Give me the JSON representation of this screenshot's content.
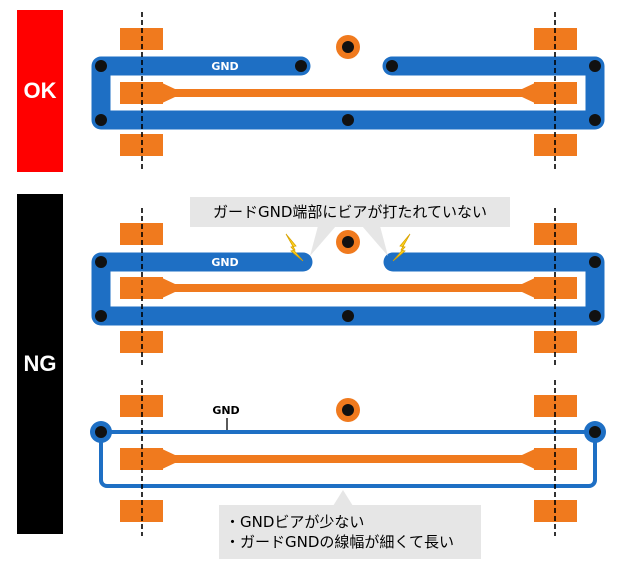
{
  "labels": {
    "ok": "OK",
    "ng": "NG"
  },
  "trace_labels": {
    "gnd_1": "GND",
    "gnd_2": "GND",
    "gnd_3": "GND"
  },
  "notes": {
    "note1": "ガードGND端部にビアが打たれていない",
    "note2_line1": "・GNDビアが少ない",
    "note2_line2": "・ガードGNDの線幅が細くて長い"
  },
  "colors": {
    "ok": "#ff0000",
    "ng": "#000000",
    "gnd_trace": "#1e6fc4",
    "signal_trace": "#f07a1e",
    "via": "#111111",
    "callout": "#e6e6e6",
    "spark": "#ffd21e"
  }
}
